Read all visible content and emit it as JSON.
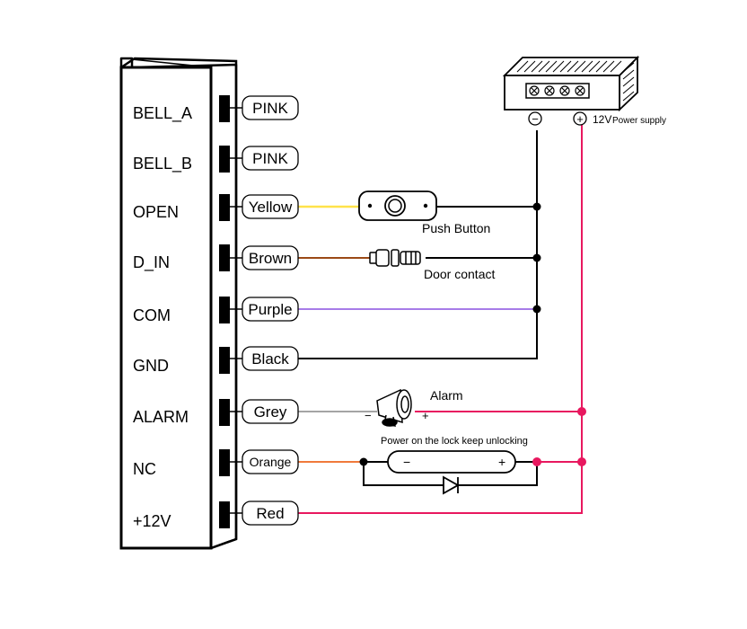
{
  "terminals": [
    {
      "label": "BELL_A",
      "wire": "PINK"
    },
    {
      "label": "BELL_B",
      "wire": "PINK"
    },
    {
      "label": "OPEN",
      "wire": "Yellow"
    },
    {
      "label": "D_IN",
      "wire": "Brown"
    },
    {
      "label": "COM",
      "wire": "Purple"
    },
    {
      "label": "GND",
      "wire": "Black"
    },
    {
      "label": "ALARM",
      "wire": "Grey"
    },
    {
      "label": "NC",
      "wire": "Orange"
    },
    {
      "label": "+12V",
      "wire": "Red"
    }
  ],
  "devices": {
    "push_button": "Push Button",
    "door_contact": "Door contact",
    "alarm": "Alarm",
    "alarm_minus": "−",
    "alarm_plus": "+",
    "lock_note": "Power on the lock keep unlocking",
    "lock_minus": "−",
    "lock_plus": "+"
  },
  "power_supply": {
    "minus_symbol": "−",
    "plus_symbol": "+",
    "voltage": "12V",
    "label": "Power supply"
  },
  "colors": {
    "yellow": "#ffe24a",
    "brown": "#9b4a16",
    "purple": "#a77ce8",
    "black": "#000000",
    "grey": "#a5a5a5",
    "orange": "#f07a3c",
    "red": "#e8185f"
  }
}
